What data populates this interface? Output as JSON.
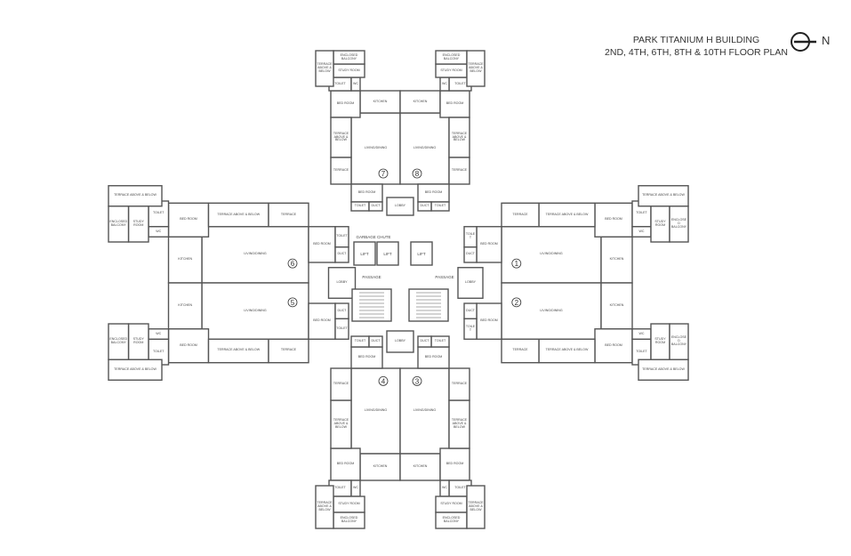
{
  "title": {
    "line1": "PARK TITANIUM H BUILDING",
    "line2": "2ND, 4TH, 6TH, 8TH & 10TH FLOOR PLAN"
  },
  "compass": {
    "label": "N",
    "icon": "north-arrow-icon"
  },
  "rooms": {
    "kitchen": "KITCHEN",
    "living": "LIVING/DINING",
    "bedroom": "BED ROOM",
    "toilet": "TOILET",
    "wc": "WC",
    "study": "STUDY ROOM",
    "enclosed_balcony": "ENCLOSED BALCONY",
    "terrace_ab": "TERRACE ABOVE & BELOW",
    "terrace": "TERRACE",
    "duct": "DUCT",
    "lobby": "LOBBY"
  },
  "core": {
    "lift": "LIFT",
    "garbage_chute": "GARBAGE CHUTE",
    "passage": "PASSAGE"
  },
  "flats": {
    "north": [
      "7",
      "8"
    ],
    "south": [
      "4",
      "3"
    ],
    "west": [
      "6",
      "5"
    ],
    "east": [
      "1",
      "2"
    ]
  }
}
